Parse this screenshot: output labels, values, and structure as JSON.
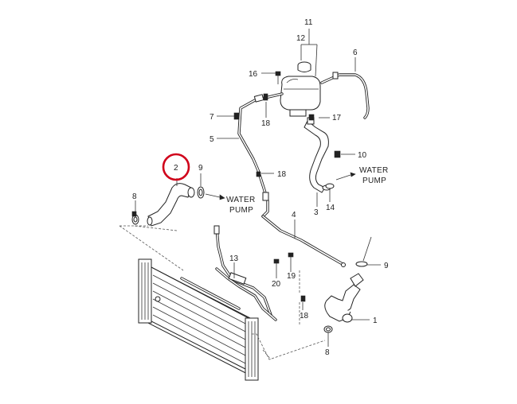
{
  "callouts": {
    "c1": "1",
    "c2": "2",
    "c3": "3",
    "c4": "4",
    "c5": "5",
    "c6": "6",
    "c7": "7",
    "c8a": "8",
    "c8b": "8",
    "c9a": "9",
    "c9b": "9",
    "c10": "10",
    "c11": "11",
    "c12": "12",
    "c13": "13",
    "c14": "14",
    "c16": "16",
    "c17": "17",
    "c18a": "18",
    "c18b": "18",
    "c18c": "18",
    "c19": "19",
    "c20": "20"
  },
  "labels": {
    "water_pump_left_line1": "WATER",
    "water_pump_left_line2": "PUMP",
    "water_pump_right_line1": "WATER",
    "water_pump_right_line2": "PUMP"
  },
  "highlight": {
    "part": "2",
    "color": "#d0021b"
  }
}
